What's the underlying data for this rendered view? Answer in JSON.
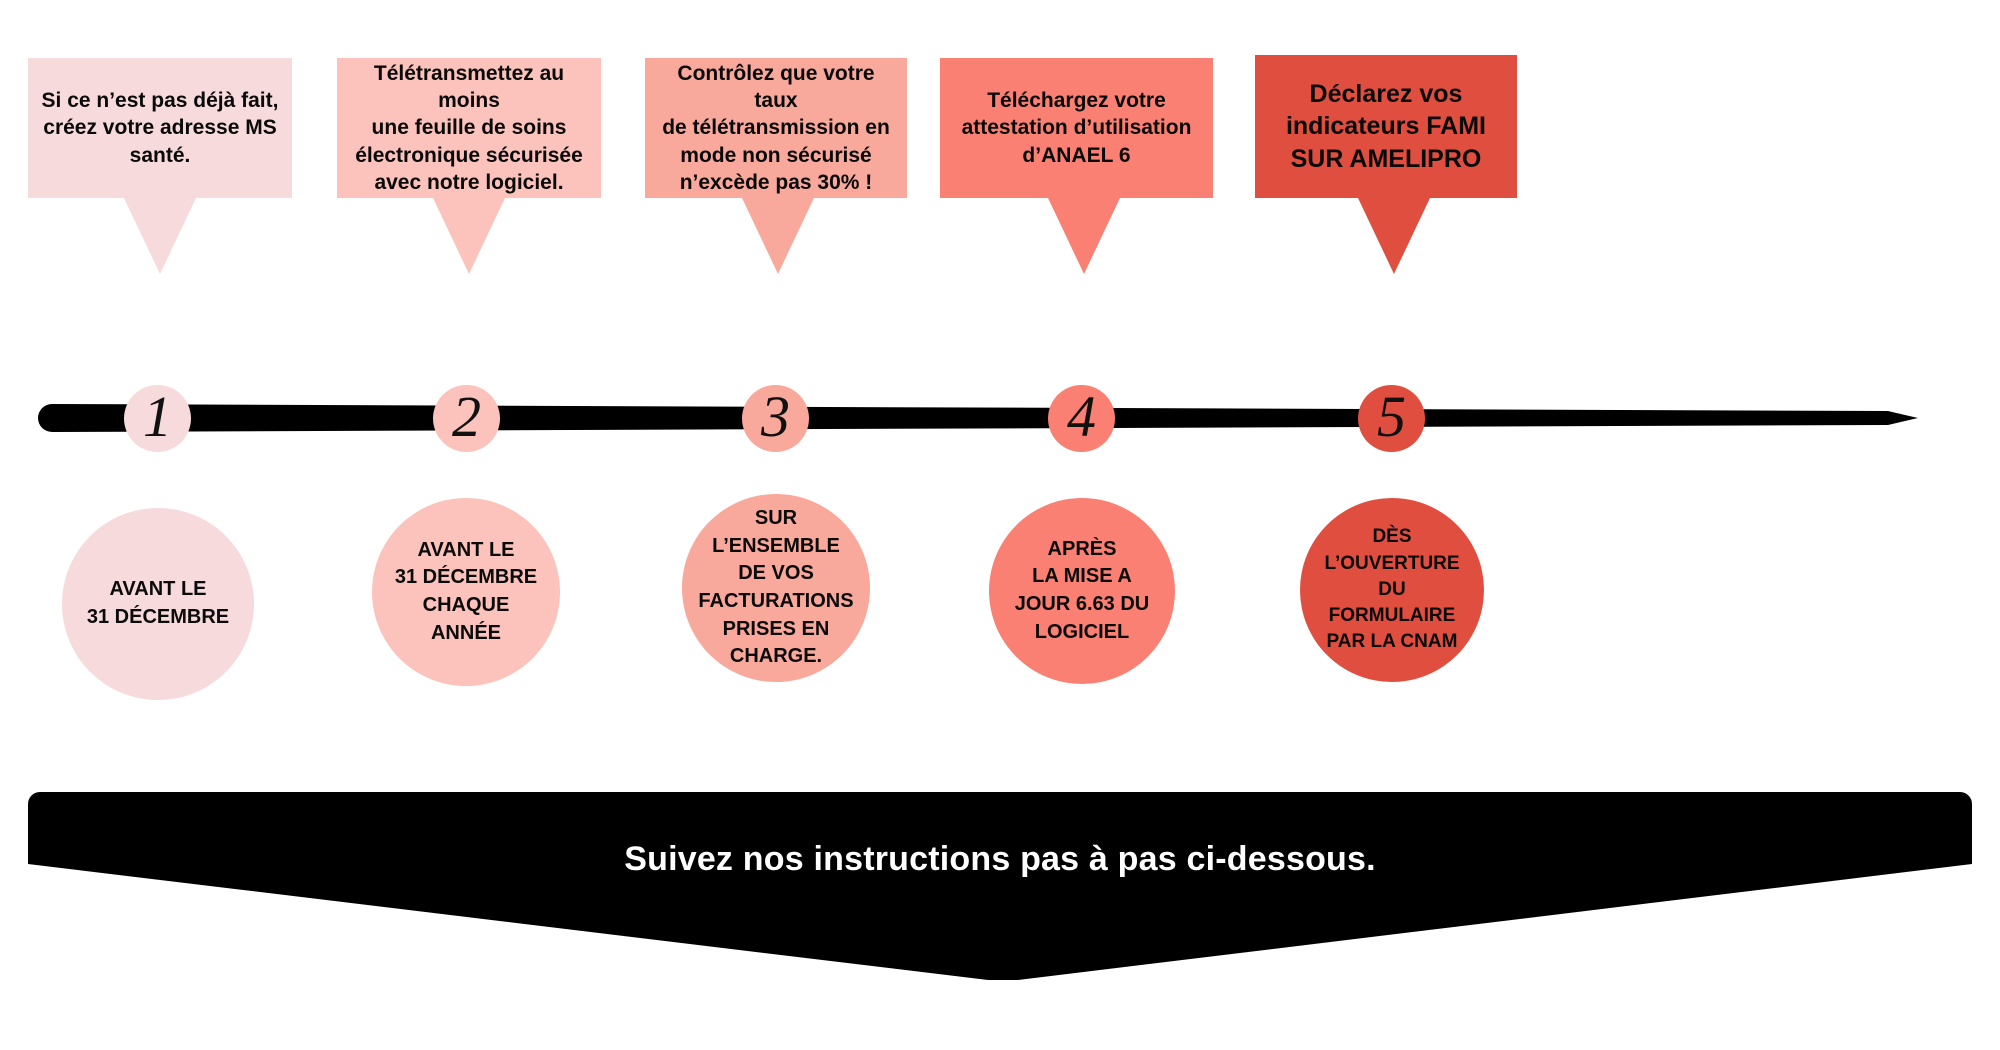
{
  "meta": {
    "language": "fr",
    "title": "Timeline infographic - 5 etapes"
  },
  "palette": {
    "step1": "#F6DADC",
    "step2": "#FBC3BC",
    "step3": "#F9A89C",
    "step4": "#F98072",
    "step5": "#E04E3F",
    "line": "#000000",
    "banner_bg": "#000000",
    "banner_text": "#FFFFFF",
    "bubble_text": "#0A0A0A",
    "circle_text": "#0B0B0B",
    "number_text": "#111111"
  },
  "steps": [
    {
      "number": "1",
      "bubble_text": "Si ce n’est pas déjà fait,\ncréez votre adresse MS\nsanté.",
      "circle_text": "AVANT LE\n31 DÉCEMBRE",
      "color": "#F6DADC"
    },
    {
      "number": "2",
      "bubble_text": "Télétransmettez au moins\nune feuille de soins\nélectronique sécurisée\navec notre logiciel.",
      "circle_text": "AVANT LE\n31 DÉCEMBRE\nCHAQUE\nANNÉE",
      "color": "#FBC3BC"
    },
    {
      "number": "3",
      "bubble_text": "Contrôlez que votre taux\nde télétransmission en\nmode non sécurisé\nn’excède pas 30% !",
      "circle_text": "SUR\nL’ENSEMBLE\nDE VOS\nFACTURATIONS\nPRISES EN\nCHARGE.",
      "color": "#F9A89C"
    },
    {
      "number": "4",
      "bubble_text": "Téléchargez votre\nattestation d’utilisation\nd’ANAEL 6",
      "circle_text": "APRÈS\nLA MISE A\nJOUR 6.63 DU\nLOGICIEL",
      "color": "#F98072"
    },
    {
      "number": "5",
      "bubble_text": "Déclarez vos\nindicateurs FAMI\nSUR AMELIPRO",
      "circle_text": "DÈS\nL’OUVERTURE\nDU\nFORMULAIRE\nPAR LA CNAM",
      "color": "#E04E3F"
    }
  ],
  "banner": {
    "text": "Suivez nos instructions pas à pas ci-dessous."
  }
}
